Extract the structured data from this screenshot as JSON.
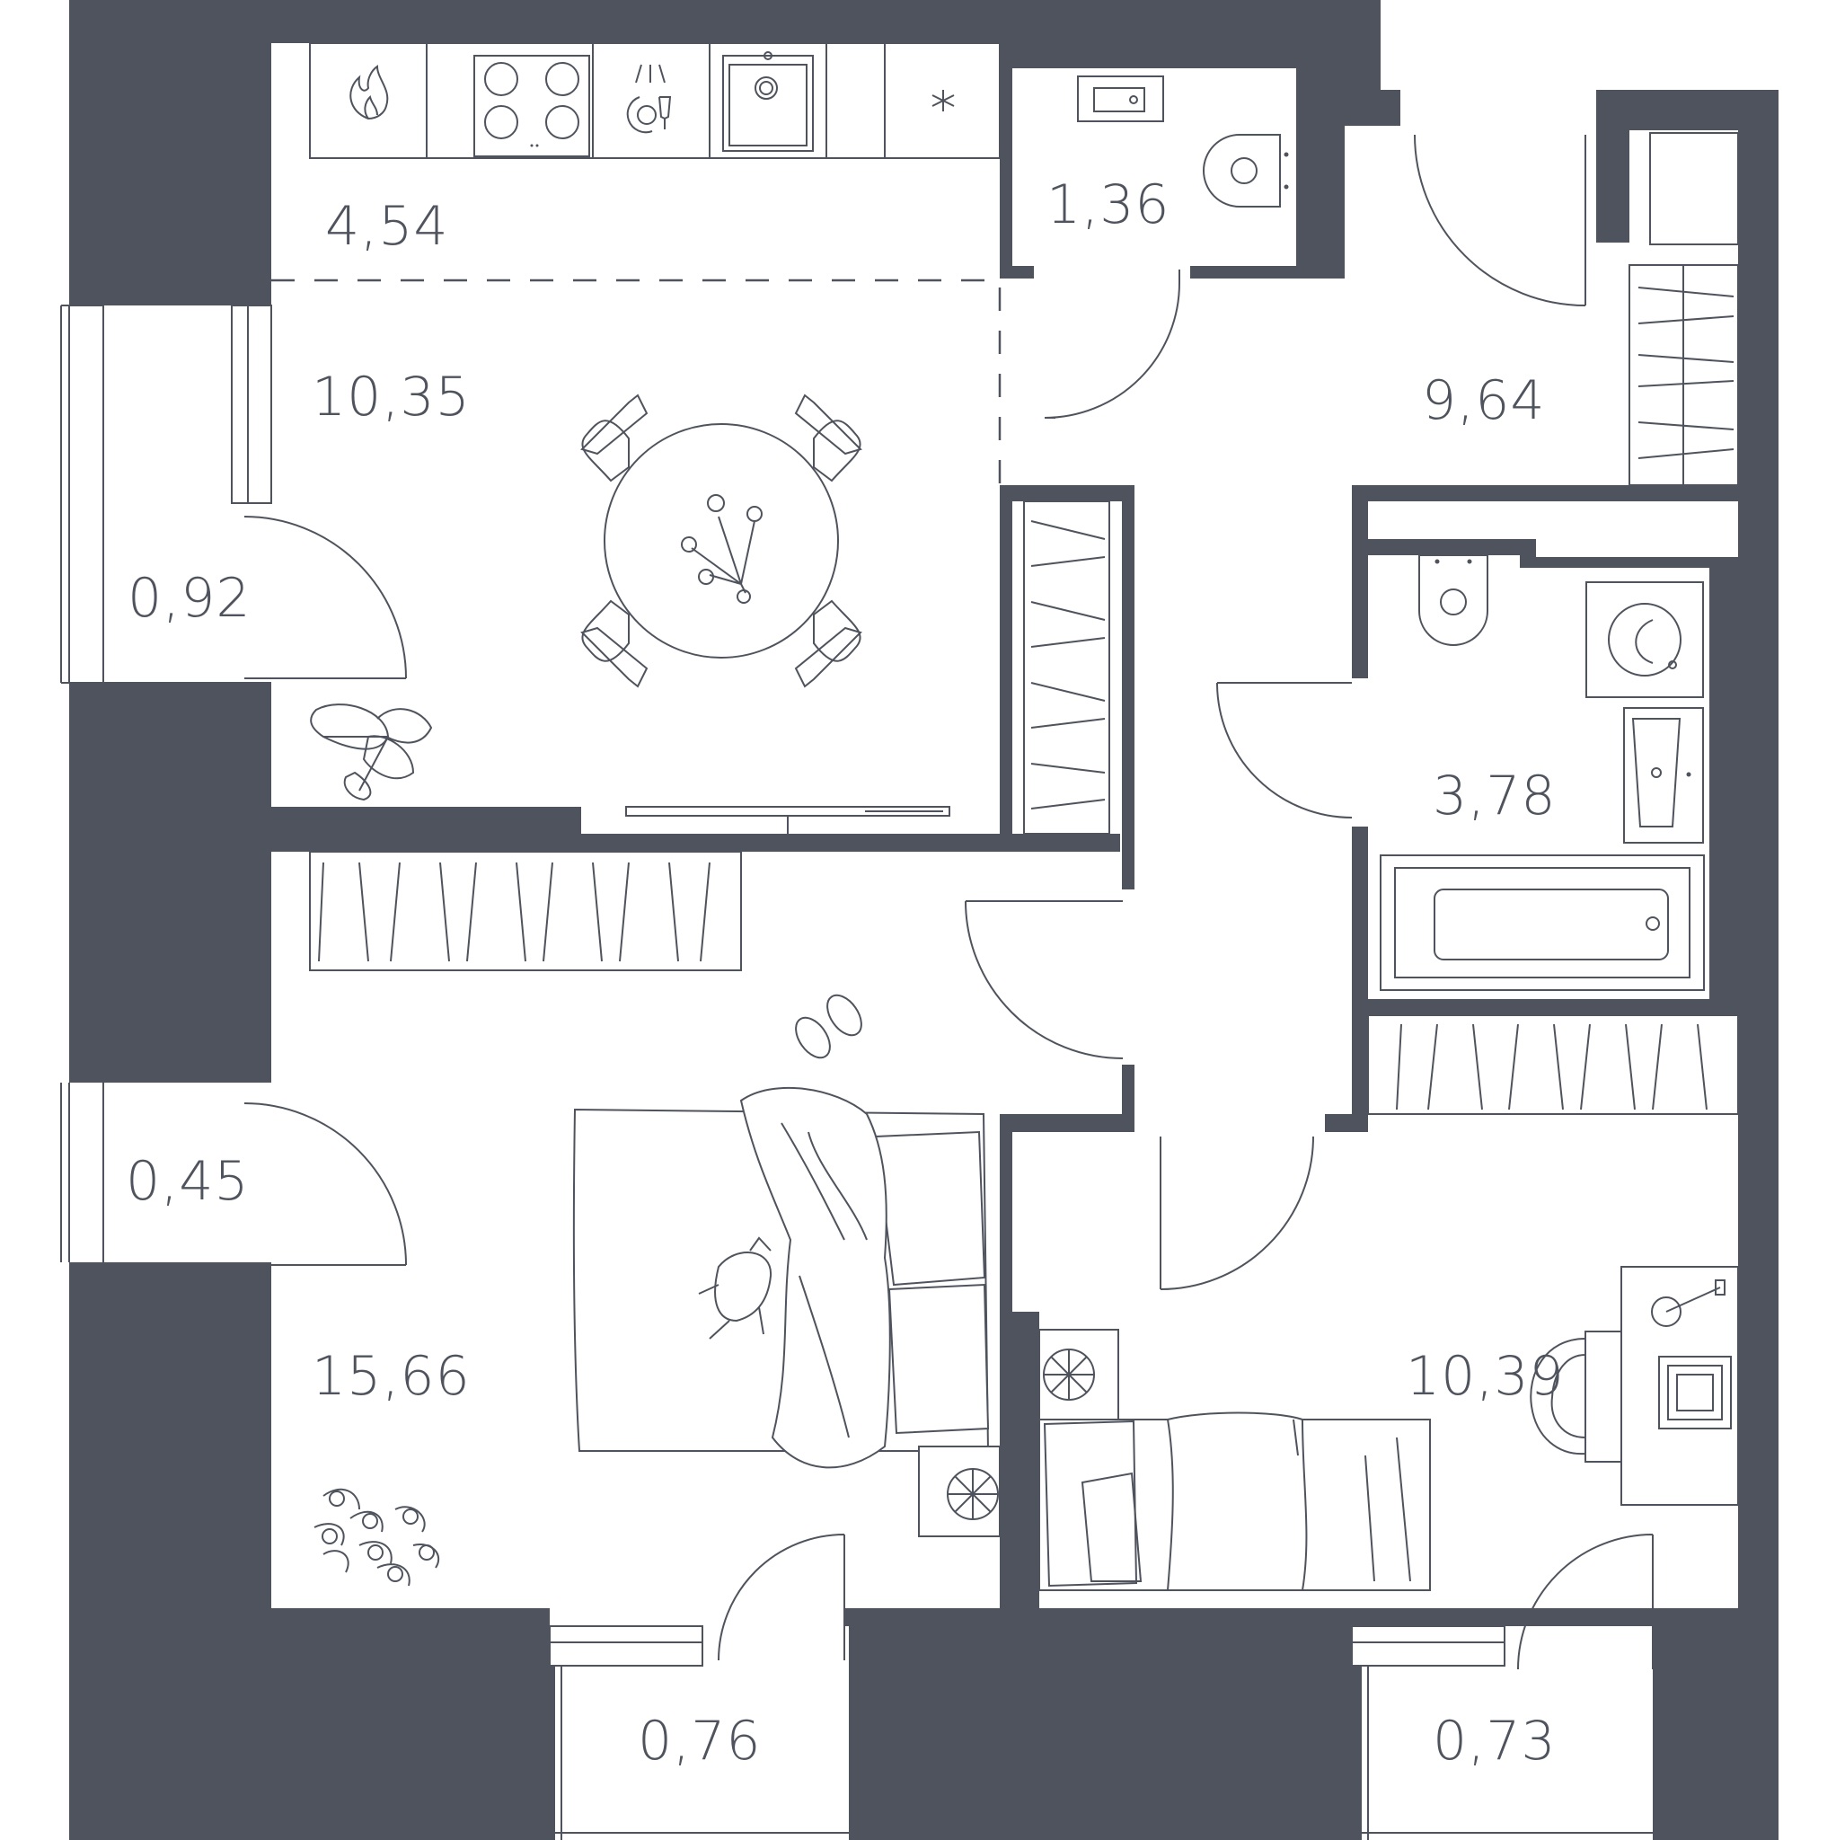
{
  "colors": {
    "wall": "#4f535d",
    "line": "#4f535d",
    "text": "#4f535d",
    "background": "#ffffff"
  },
  "rooms": [
    {
      "id": "kitchen",
      "area": "4,54"
    },
    {
      "id": "wc",
      "area": "1,36"
    },
    {
      "id": "dining",
      "area": "10,35"
    },
    {
      "id": "hall",
      "area": "9,64"
    },
    {
      "id": "loggia-top-left",
      "area": "0,92"
    },
    {
      "id": "bathroom",
      "area": "3,78"
    },
    {
      "id": "loggia-mid-left",
      "area": "0,45"
    },
    {
      "id": "bedroom",
      "area": "15,66"
    },
    {
      "id": "kids-room",
      "area": "10,39"
    },
    {
      "id": "balcony-bottom-left",
      "area": "0,76"
    },
    {
      "id": "balcony-bottom-right",
      "area": "0,73"
    }
  ],
  "icons": {
    "stove": "flame-icon",
    "hob": "cooktop-icon",
    "dishwasher": "dishwasher-icon",
    "sink": "kitchen-sink-icon",
    "fridge": "snowflake-icon"
  }
}
